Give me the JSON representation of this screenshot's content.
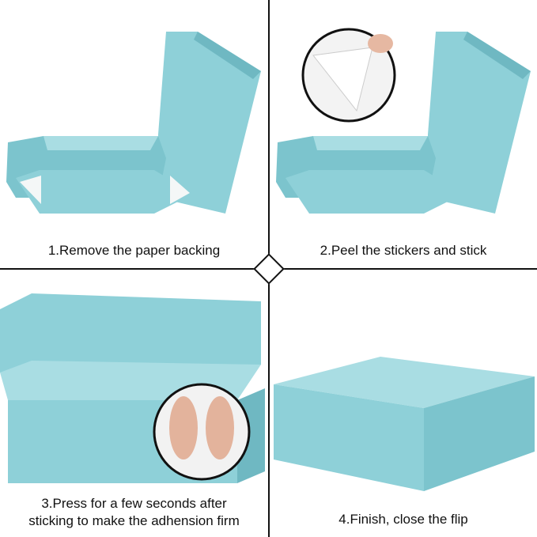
{
  "steps": [
    {
      "caption": "1.Remove the paper backing"
    },
    {
      "caption": "2.Peel the stickers and stick"
    },
    {
      "caption_line1": "3.Press for a few seconds after",
      "caption_line2": "sticking to make the adhension firm"
    },
    {
      "caption": "4.Finish, close the flip"
    }
  ],
  "colors": {
    "box": "#8ed0d8",
    "box_dark": "#6fb8c2",
    "box_light": "#a9dde3",
    "divider": "#111111"
  }
}
